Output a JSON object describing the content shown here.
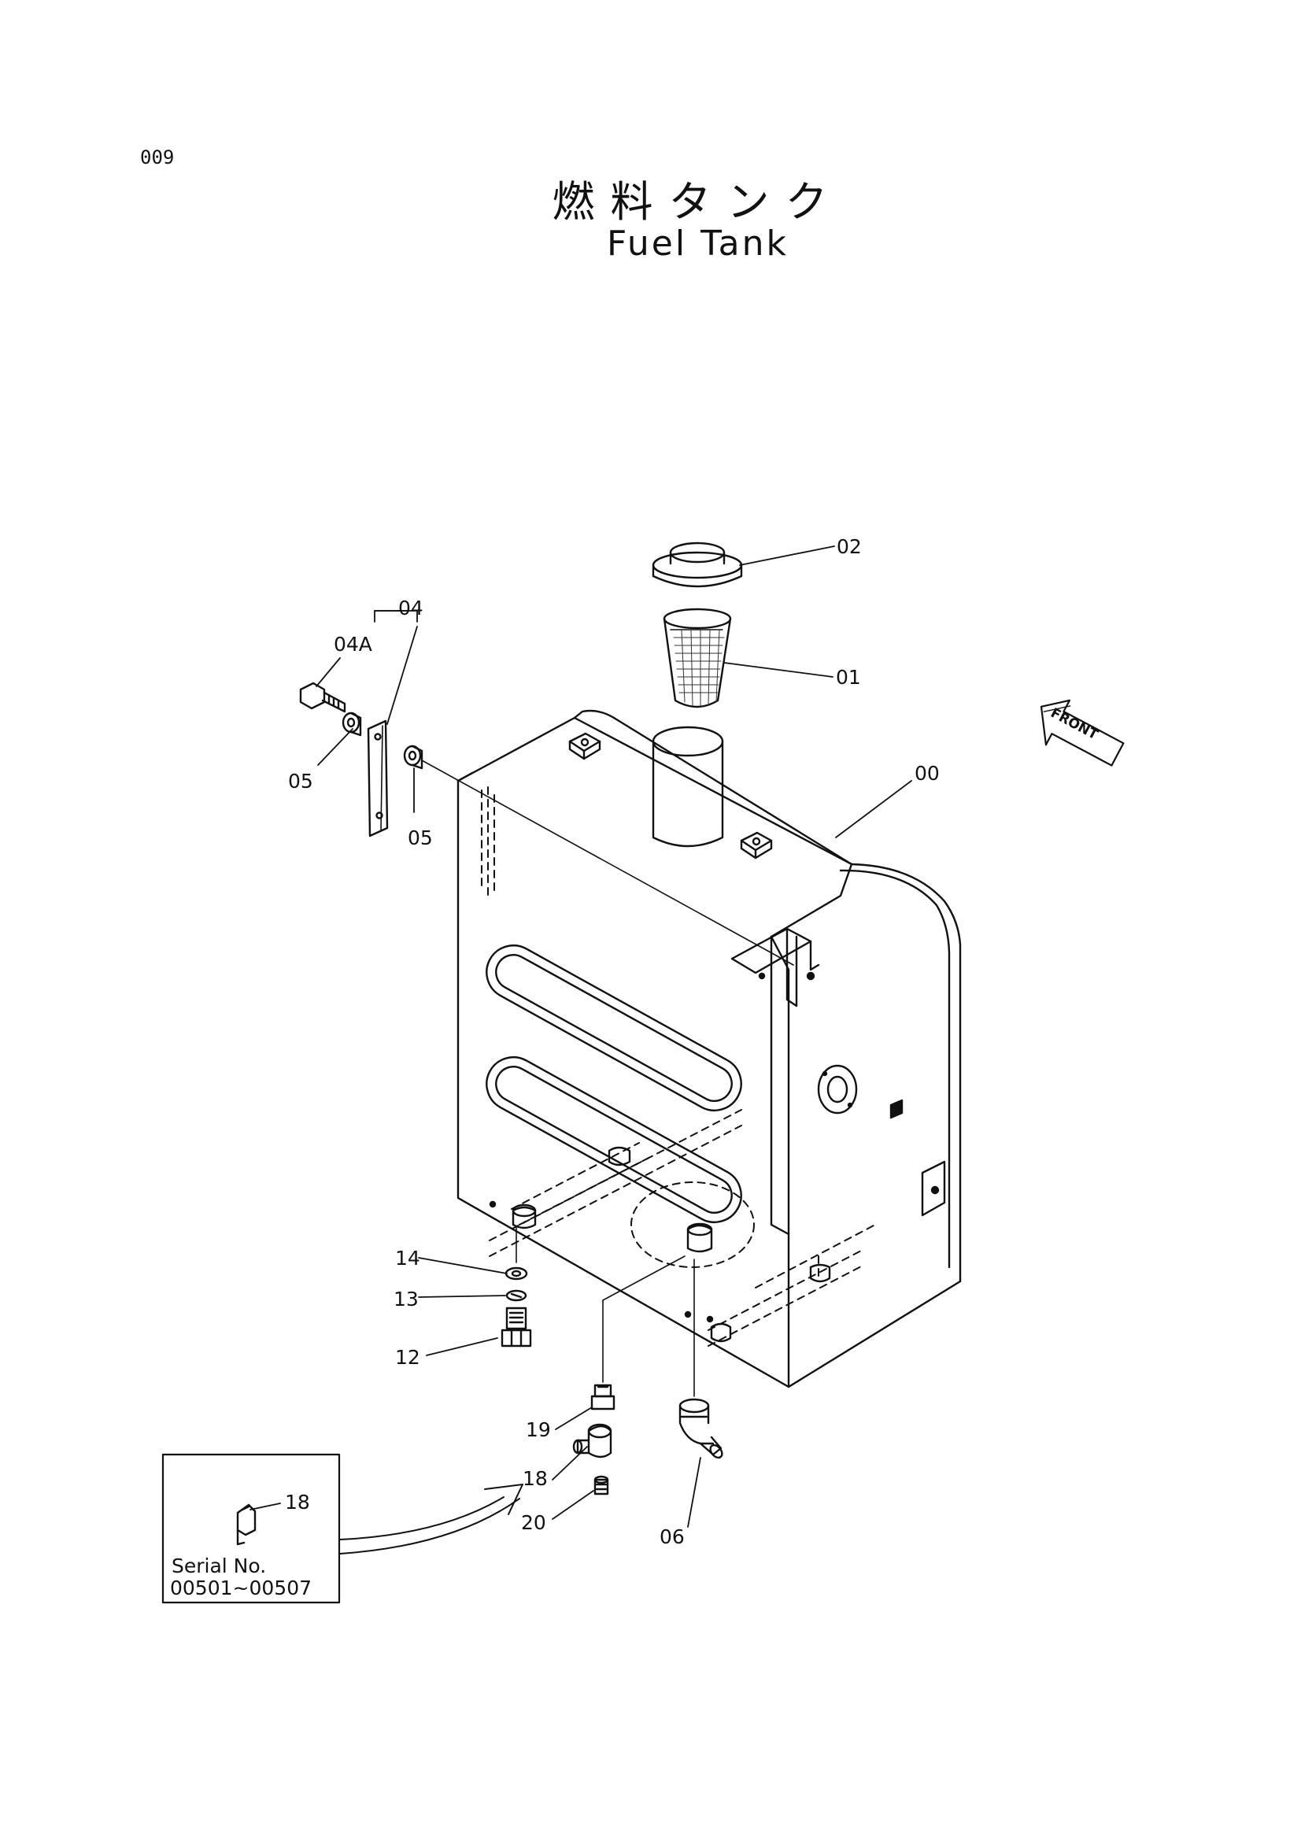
{
  "page_number": "009",
  "title_japanese": "燃料タンク",
  "title_english": "Fuel Tank",
  "direction_label": "FRONT",
  "callouts": {
    "tank": "00",
    "strainer": "01",
    "cap": "02",
    "strap_group": "04",
    "strap_bolt": "04A",
    "spacer_left": "05",
    "spacer_right": "05",
    "drain_valve": "06",
    "bolt": "12",
    "spring_washer": "13",
    "washer": "14",
    "elbow": "18",
    "plug": "19",
    "nipple": "20"
  },
  "inset": {
    "part": "18",
    "serial_label": "Serial No.",
    "serial_range": "00501~00507"
  }
}
